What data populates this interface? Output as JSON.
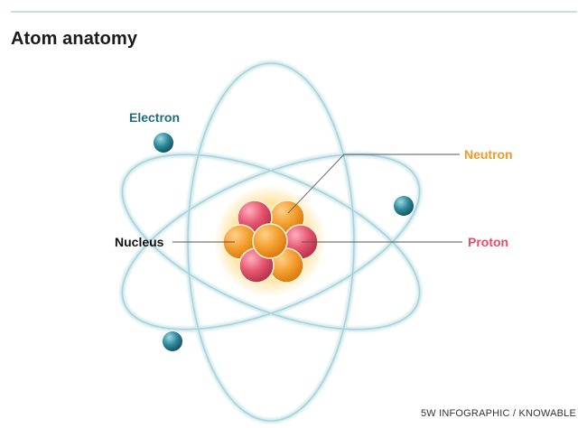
{
  "title": "Atom anatomy",
  "labels": {
    "electron": "Electron",
    "neutron": "Neutron",
    "nucleus": "Nucleus",
    "proton": "Proton"
  },
  "credit": "5W INFOGRAPHIC / KNOWABLE",
  "colors": {
    "orbit": "#c7e3e7",
    "electron": "#2f8a9c",
    "neutron": "#f39a2a",
    "proton": "#e4566f",
    "nucleus_glow": "#ffd36a",
    "rule": "#c9dde3"
  },
  "icons": {
    "electron": "teal-sphere",
    "neutron": "orange-sphere",
    "proton": "pink-sphere"
  }
}
